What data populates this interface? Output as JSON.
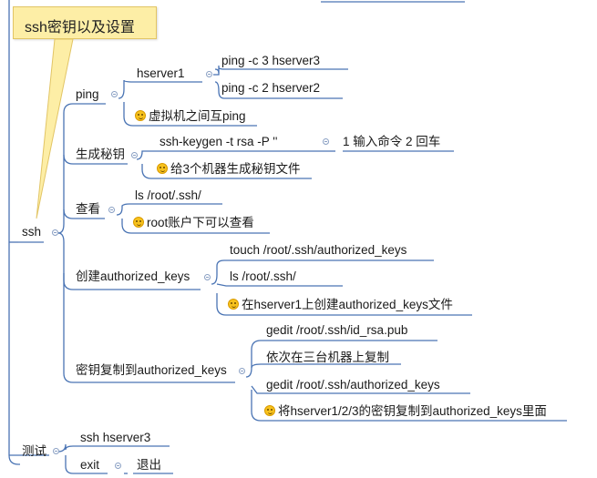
{
  "callout": {
    "text": "ssh密钥以及设置"
  },
  "root": {
    "label": "ssh"
  },
  "branches": {
    "ping": {
      "label": "ping",
      "hserver1": {
        "label": "hserver1",
        "cmd1": "ping  -c  3  hserver3",
        "cmd2": "ping -c 2   hserver2"
      },
      "note": "虚拟机之间互ping"
    },
    "keygen": {
      "label": "生成秘钥",
      "cmd": "ssh-keygen  -t   rsa   -P  ''",
      "hint": "1 输入命令   2 回车",
      "note": "给3个机器生成秘钥文件"
    },
    "view": {
      "label": "查看",
      "cmd": "ls    /root/.ssh/",
      "note": "root账户下可以查看"
    },
    "create": {
      "label": "创建authorized_keys",
      "cmd1": "touch  /root/.ssh/authorized_keys",
      "cmd2": "ls    /root/.ssh/",
      "note": "在hserver1上创建authorized_keys文件"
    },
    "copy": {
      "label": "密钥复制到authorized_keys",
      "cmd1": "gedit  /root/.ssh/id_rsa.pub",
      "cmd2": "依次在三台机器上复制",
      "cmd3": "gedit  /root/.ssh/authorized_keys",
      "note": "将hserver1/2/3的密钥复制到authorized_keys里面"
    }
  },
  "test": {
    "label": "测试",
    "cmd1": "ssh   hserver3",
    "cmd2": "exit",
    "cmd2_hint": "退出"
  },
  "colors": {
    "line": "#4a74b4",
    "callout_bg": "#fdeea6",
    "callout_border": "#e2c565"
  }
}
